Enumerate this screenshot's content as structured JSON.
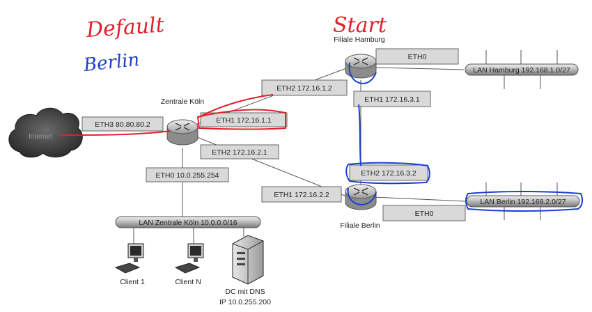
{
  "annotations": {
    "default": "Default",
    "default_color": "#e0202a",
    "berlin": "Berlin",
    "berlin_color": "#1a3fd0",
    "start": "Start",
    "start_color": "#e0202a"
  },
  "cloud": {
    "label": "Internet"
  },
  "routers": {
    "koeln": {
      "name": "Zentrale Köln"
    },
    "hamburg": {
      "name": "Filiale Hamburg"
    },
    "berlin": {
      "name": "Filiale Berlin"
    }
  },
  "interfaces": {
    "koeln_eth3": "ETH3 80.80.80.2",
    "koeln_eth1": "ETH1 172.16.1.1",
    "koeln_eth2": "ETH2 172.16.2.1",
    "koeln_eth0": "ETH0 10.0.255.254",
    "hamburg_eth2": "ETH2 172.16.1.2",
    "hamburg_eth1": "ETH1 172.16.3.1",
    "hamburg_eth0": "ETH0",
    "berlin_eth2": "ETH2 172.16.3.2",
    "berlin_eth1": "ETH1 172.16.2.2",
    "berlin_eth0": "ETH0"
  },
  "lans": {
    "hamburg": "LAN Hamburg 192.168.1.0/27",
    "berlin": "LAN Berlin  192.168.2.0/27",
    "koeln": "LAN Zentrale Köln 10.0.0.0/16"
  },
  "devices": {
    "client1": "Client 1",
    "clientN": "Client N",
    "dc_line1": "DC mit DNS",
    "dc_line2": "IP 10.0.255.200"
  }
}
